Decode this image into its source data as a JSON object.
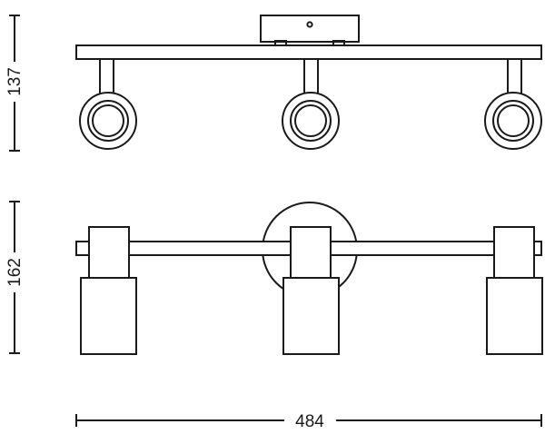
{
  "dimensions": {
    "top_view_height": "137",
    "front_view_height": "162",
    "total_width": "484"
  },
  "colors": {
    "line": "#1a1a1a",
    "background": "#ffffff"
  }
}
